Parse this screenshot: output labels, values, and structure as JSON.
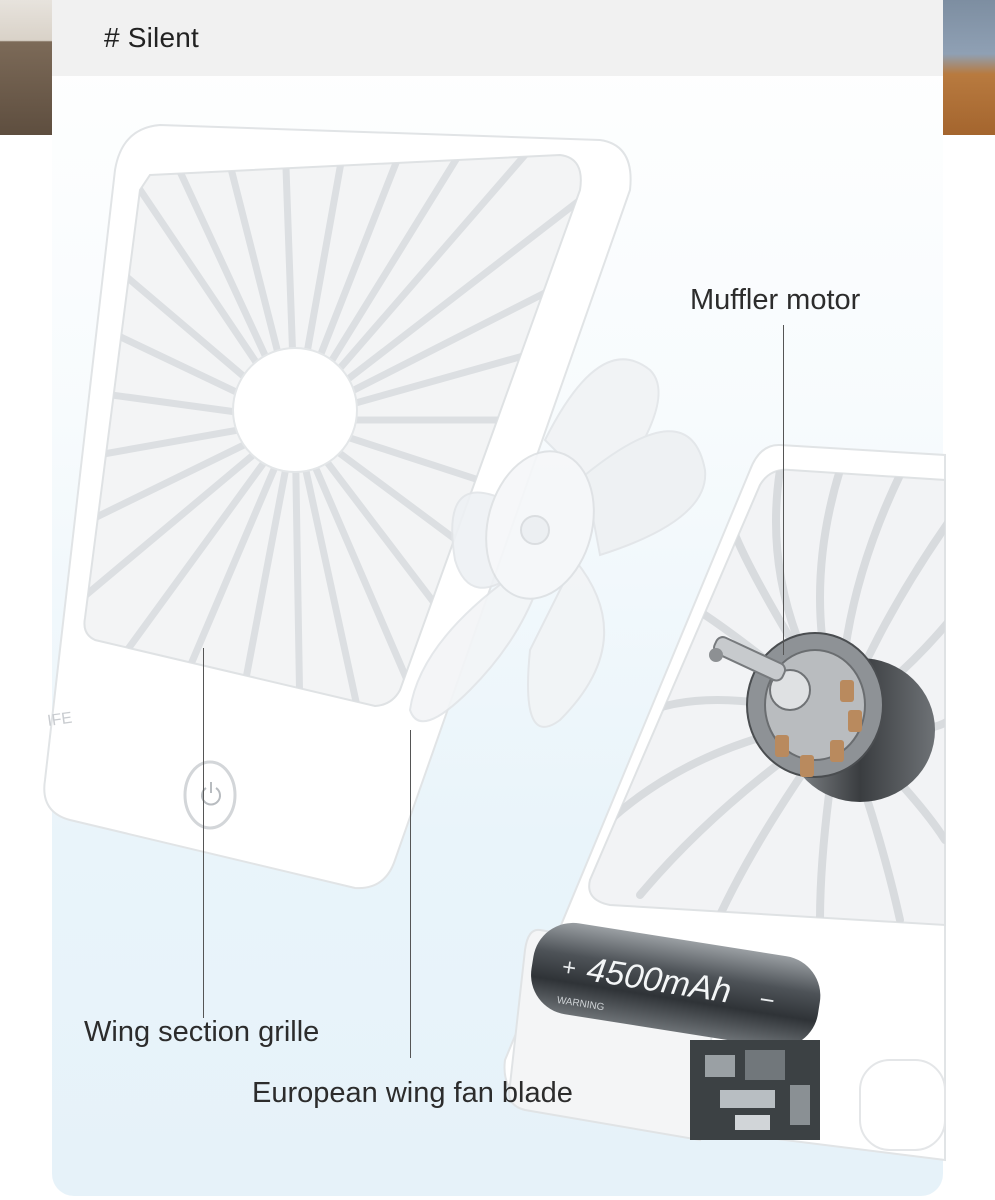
{
  "header": {
    "title": "# Silent"
  },
  "callouts": {
    "motor": "Muffler motor",
    "grille": "Wing section grille",
    "blade": "European wing fan blade"
  },
  "product": {
    "battery_label": "4500mAh",
    "battery_plus": "+",
    "battery_minus": "−",
    "battery_warning": "WARNING",
    "brand_fragment": "IFE"
  },
  "icons": {
    "power": "power-icon"
  },
  "colors": {
    "card_gradient_bottom": "#e6f2f9",
    "header_bg": "#f1f1f1",
    "text": "#2c2c2c"
  }
}
